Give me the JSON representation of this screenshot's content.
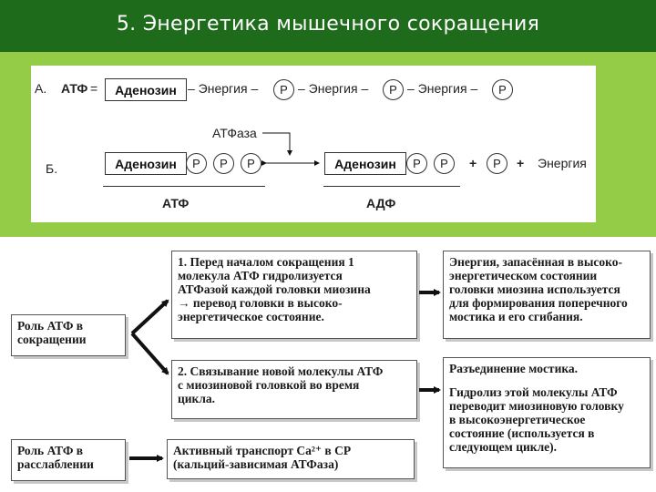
{
  "header": {
    "title": "5. Энергетика мышечного сокращения"
  },
  "colors": {
    "header_bg": "#1e6b1b",
    "panel_bg": "#94cc48"
  },
  "formula": {
    "rowA": {
      "label": "А.",
      "atp": "АТФ",
      "eq": "=",
      "adenosine": "Аденозин",
      "bond1": "– Энергия –",
      "p1": "Р",
      "bond2": "– Энергия –",
      "p2": "Р",
      "bond3": "– Энергия –",
      "p3": "Р"
    },
    "enzyme": "АТФаза",
    "rowB": {
      "label": "Б.",
      "left_adenosine": "Аденозин",
      "left_p": [
        "Р",
        "Р",
        "Р"
      ],
      "right_adenosine": "Аденозин",
      "right_p": [
        "Р",
        "Р"
      ],
      "plus1": "+",
      "p_free": "Р",
      "plus2": "+",
      "energy": "Энергия",
      "left_caption": "АТФ",
      "right_caption": "АДФ"
    }
  },
  "flow": {
    "role_contraction": [
      "Роль АТФ в",
      "сокращении"
    ],
    "role_relaxation": [
      "Роль АТФ в",
      "расслаблении"
    ],
    "step1": [
      "1. Перед началом сокращения 1",
      "молекула АТФ гидролизуется",
      "АТФазой каждой головки миозина",
      "→ перевод головки в высоко-",
      "энергетическое состояние."
    ],
    "step1_result": [
      "Энергия, запасённая в высоко-",
      "энергетическом состоянии",
      "головки миозина используется",
      "для формирования поперечного",
      "мостика и его сгибания."
    ],
    "step2": [
      "2. Связывание новой молекулы АТФ",
      "с миозиновой головкой во время",
      "цикла."
    ],
    "step2_result_a": "Разъединение мостика.",
    "step2_result_b": [
      "Гидролиз этой молекулы АТФ",
      "переводит миозиновую головку",
      "в высокоэнергетическое",
      "состояние (используется в",
      "следующем цикле)."
    ],
    "relax_step": [
      "Активный транспорт Ca²⁺ в СР",
      "(кальций-зависимая АТФаза)"
    ]
  }
}
